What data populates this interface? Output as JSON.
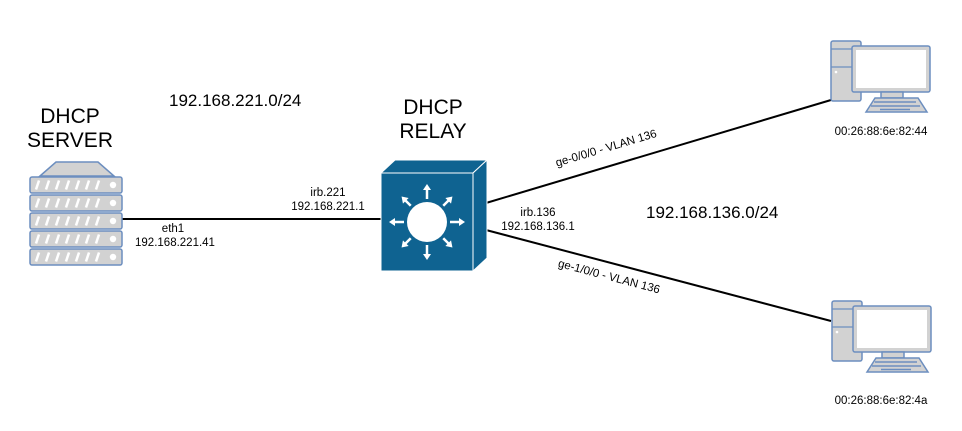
{
  "nodes": {
    "server": {
      "title_line1": "DHCP",
      "title_line2": "SERVER",
      "interface": "eth1",
      "ip": "192.168.221.41"
    },
    "relay": {
      "title_line1": "DHCP",
      "title_line2": "RELAY",
      "west_interface": "irb.221",
      "west_ip": "192.168.221.1",
      "east_interface": "irb.136",
      "east_ip": "192.168.136.1"
    },
    "client1": {
      "mac": "00:26:88:6e:82:44"
    },
    "client2": {
      "mac": "00:26:88:6e:82:4a"
    }
  },
  "subnets": {
    "server_side": "192.168.221.0/24",
    "client_side": "192.168.136.0/24"
  },
  "links": {
    "relay_to_client1": "ge-0/0/0 - VLAN 136",
    "relay_to_client2": "ge-1/0/0 - VLAN 136"
  },
  "colors": {
    "switch_blue": "#0f6391",
    "device_fill": "#d2d2d2",
    "device_stroke": "#6c8ebf",
    "link": "#000000"
  }
}
